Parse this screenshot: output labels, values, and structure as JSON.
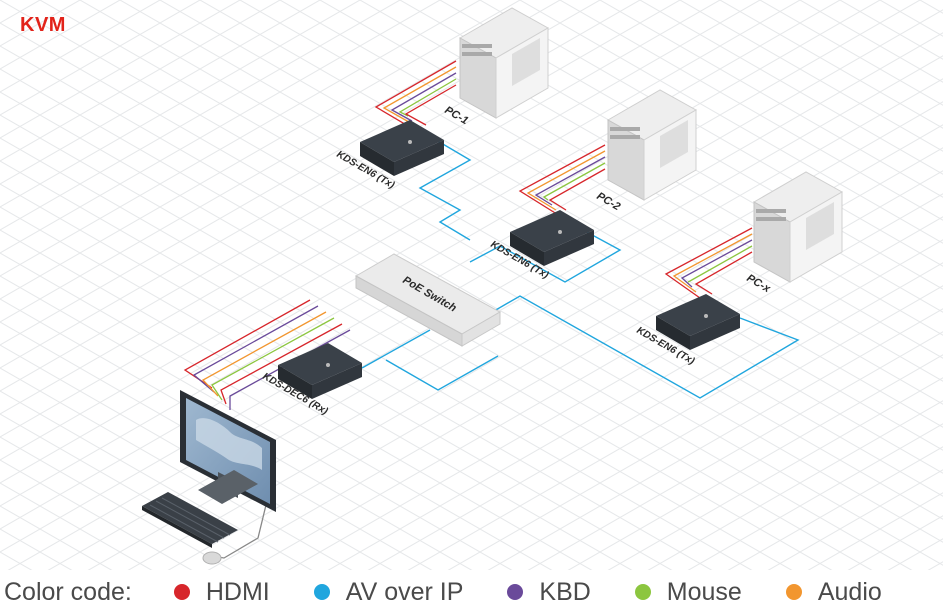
{
  "title": "KVM",
  "colors": {
    "brand": "#e2231a",
    "hdmi": "#d7262b",
    "av_over_ip": "#20a6de",
    "kbd": "#6a4a9a",
    "mouse": "#8cc63f",
    "audio": "#f2962f"
  },
  "labels": {
    "pc1": "PC-1",
    "pc2": "PC-2",
    "pcx": "PC-x",
    "tx1": "KDS-EN6 (Tx)",
    "tx2": "KDS-EN6 (Tx)",
    "tx3": "KDS-EN6 (Tx)",
    "switch": "PoE Switch",
    "rx": "KDS-DEC6 (Rx)"
  },
  "legend": {
    "label": "Color code:",
    "items": [
      {
        "name": "HDMI",
        "color": "#d7262b"
      },
      {
        "name": "AV over IP",
        "color": "#20a6de"
      },
      {
        "name": "KBD",
        "color": "#6a4a9a"
      },
      {
        "name": "Mouse",
        "color": "#8cc63f"
      },
      {
        "name": "Audio",
        "color": "#f2962f"
      }
    ]
  }
}
